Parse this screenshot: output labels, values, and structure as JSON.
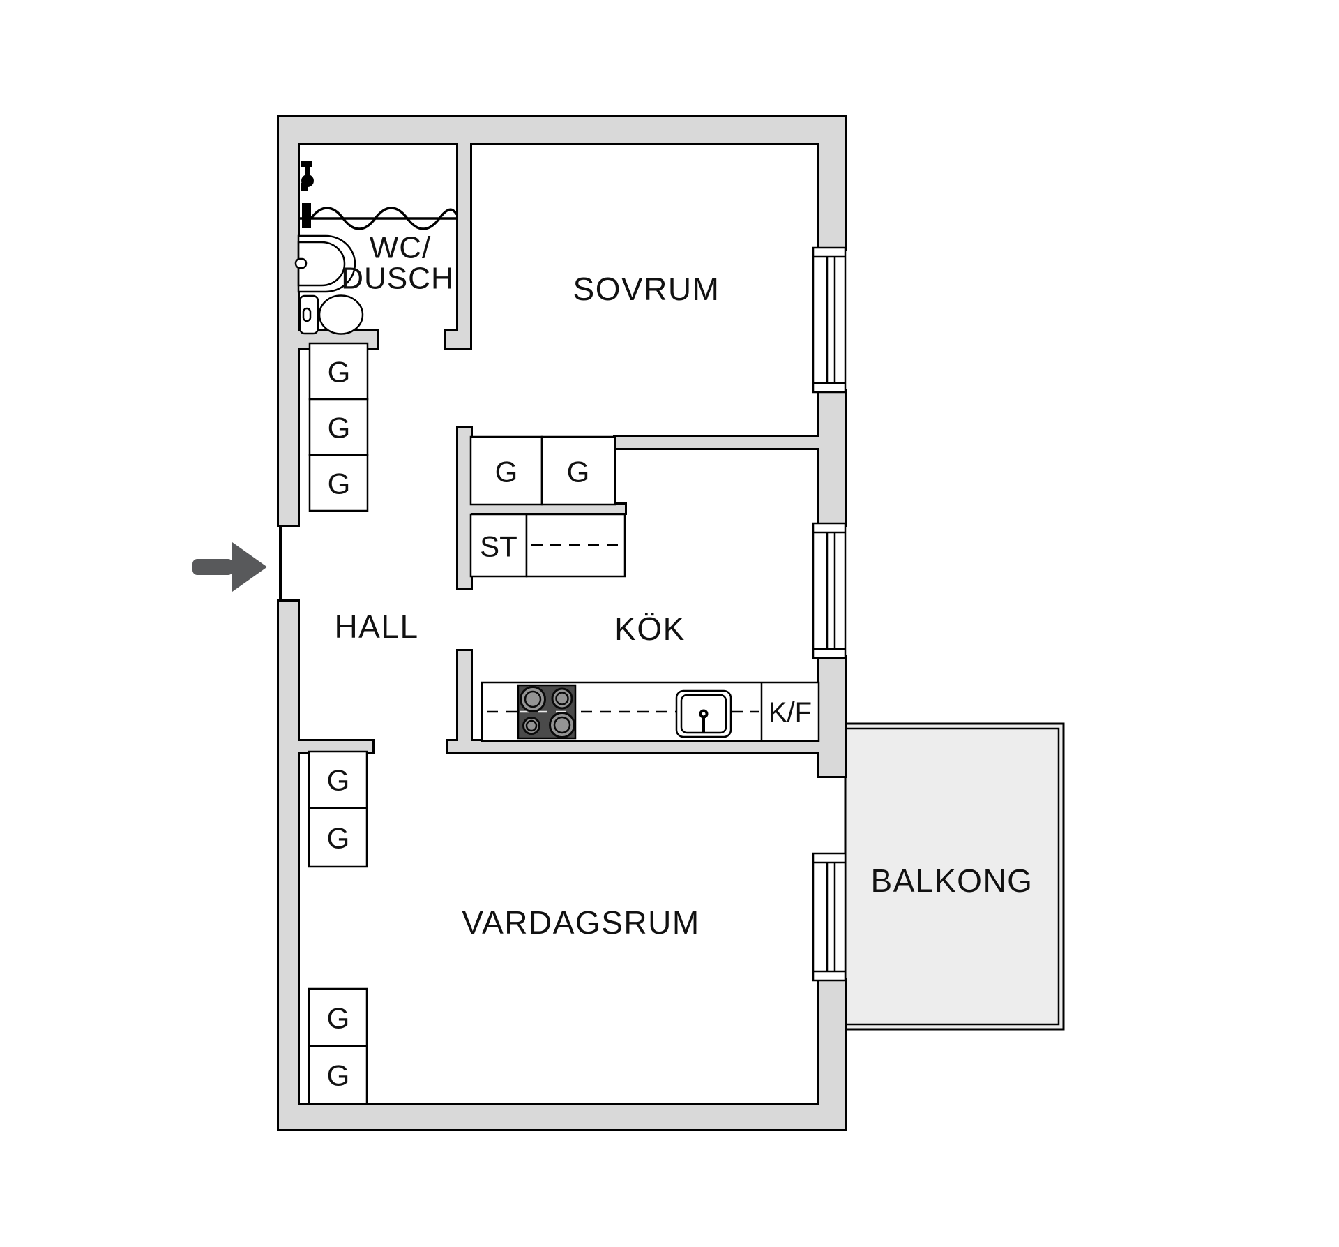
{
  "plan": {
    "title": "apartment-floor-plan",
    "labels": {
      "wc_line1": "WC/",
      "wc_line2": "DUSCH",
      "sovrum": "SOVRUM",
      "hall": "HALL",
      "kok": "KÖK",
      "vardagsrum": "VARDAGSRUM",
      "balkong": "BALKONG",
      "garderob": "G",
      "stad": "ST",
      "kyl_frys": "K/F"
    },
    "rooms": [
      {
        "name": "WC/DUSCH",
        "features": [
          "shower-mixer",
          "shower-curtain",
          "washbasin",
          "toilet"
        ]
      },
      {
        "name": "SOVRUM",
        "features": [
          "window"
        ]
      },
      {
        "name": "HALL",
        "features": [
          "entry-door",
          "3 wardrobes"
        ]
      },
      {
        "name": "KÖK",
        "features": [
          "2 wardrobes",
          "ST closet",
          "counter",
          "stove",
          "sink",
          "fridge-freezer",
          "window"
        ]
      },
      {
        "name": "VARDAGSRUM",
        "features": [
          "4 wardrobes",
          "window",
          "balcony-door"
        ]
      },
      {
        "name": "BALKONG",
        "features": []
      }
    ],
    "colors": {
      "wall": "#d9d9d9",
      "balcony": "#ededed",
      "outline": "#000000",
      "arrow": "#58595b",
      "stove": "#4a4a4a",
      "burner": "#949494",
      "text": "#111111"
    }
  }
}
